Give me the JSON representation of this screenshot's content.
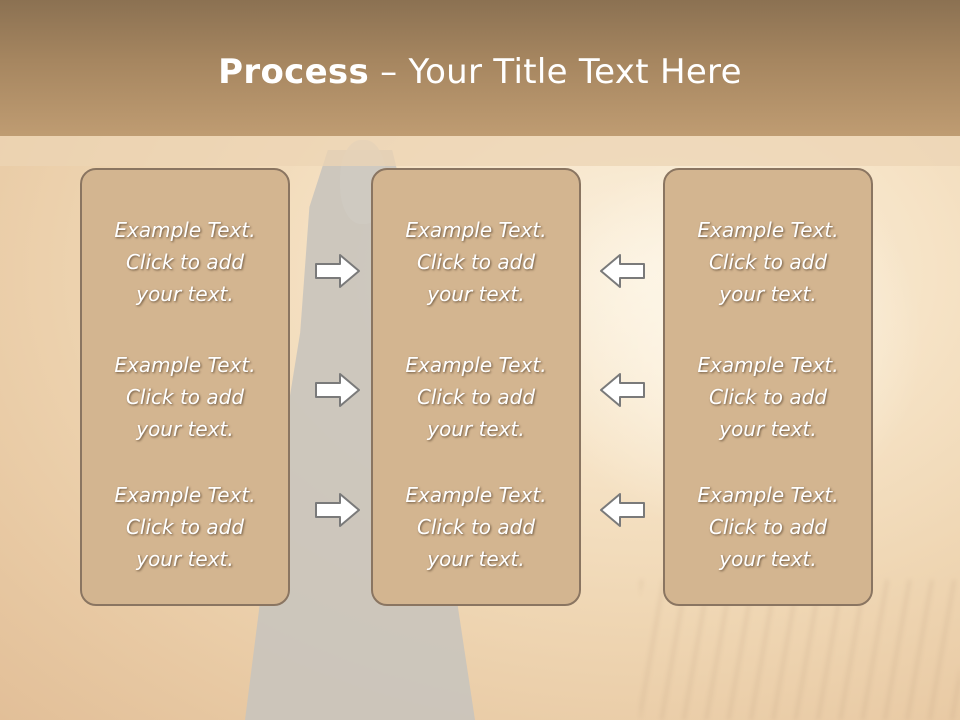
{
  "slide": {
    "title_bold": "Process",
    "title_rest": " – Your Title Text Here",
    "columns": [
      {
        "items": [
          "Example Text.\nClick  to add\nyour text.",
          "Example Text.\nClick  to add\nyour text.",
          "Example Text.\nClick  to add\nyour text."
        ]
      },
      {
        "items": [
          "Example Text.\nClick  to add\nyour text.",
          "Example Text.\nClick  to add\nyour text.",
          "Example Text.\nClick  to add\nyour text."
        ]
      },
      {
        "items": [
          "Example Text.\nClick  to add\nyour text.",
          "Example Text.\nClick  to add\nyour text.",
          "Example Text.\nClick  to add\nyour text."
        ]
      }
    ],
    "arrows": {
      "left_group": "arrow-right-icon",
      "right_group": "arrow-left-icon"
    },
    "colors": {
      "title_bar": "#a68660",
      "box_fill": "#d3b590",
      "box_border": "#8a7561",
      "arrow_fill": "#ffffff",
      "arrow_stroke": "#7a7a7a"
    }
  }
}
